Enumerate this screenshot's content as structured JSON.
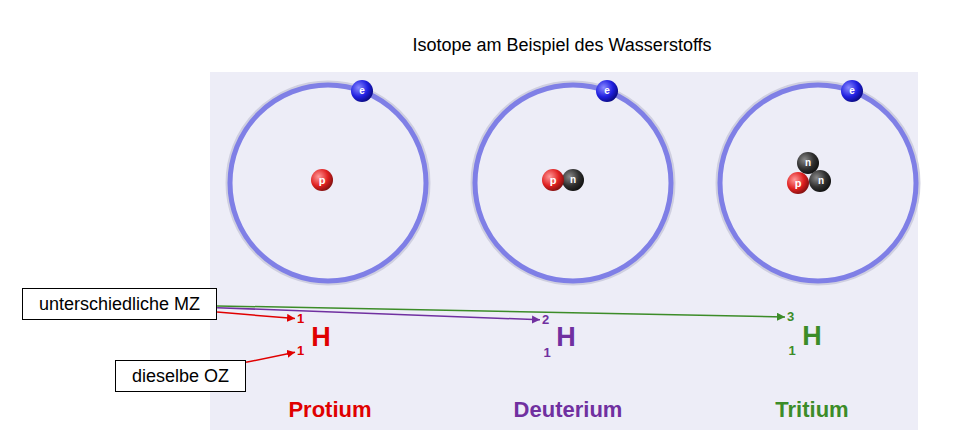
{
  "diagram": {
    "title": "Isotope am Beispiel des Wasserstoffs",
    "nodes": [
      {
        "text": [
          "unterschiedliche MZ"
        ]
      },
      {
        "text": [
          "dieselbe OZ"
        ]
      },
      {
        "text": [
          "1"
        ]
      },
      {
        "text": [
          "1"
        ]
      },
      {
        "text": [
          "2"
        ]
      },
      {
        "text": [
          "3"
        ]
      }
    ],
    "edges": [
      {
        "from": 0,
        "to": 2,
        "arrow": "to"
      },
      {
        "from": 0,
        "to": 4,
        "arrow": "to"
      },
      {
        "from": 0,
        "to": 5,
        "arrow": "to"
      },
      {
        "from": 1,
        "to": 3,
        "arrow": "to"
      }
    ],
    "labels": [
      "e",
      "p",
      "e",
      "p",
      "n",
      "e",
      "n",
      "p",
      "n",
      "H",
      "1",
      "H",
      "1",
      "H",
      "Protium",
      "Deuterium",
      "Tritium"
    ]
  }
}
